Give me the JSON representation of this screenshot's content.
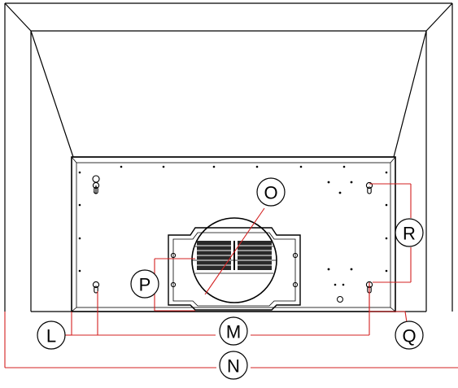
{
  "diagram": {
    "labels": {
      "L": "L",
      "M": "M",
      "N": "N",
      "O": "O",
      "P": "P",
      "Q": "Q",
      "R": "R"
    },
    "colors": {
      "outline": "#000000",
      "dimension": "#d32020",
      "background": "#ffffff"
    }
  }
}
